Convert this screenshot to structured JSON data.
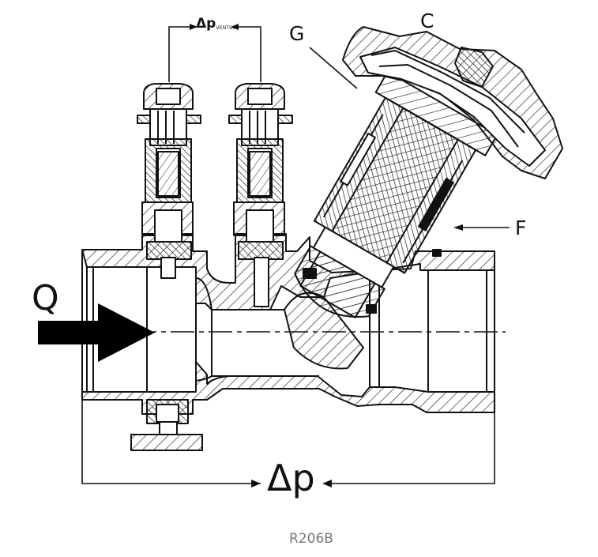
{
  "labels": {
    "flow": "Q",
    "g": "G",
    "c": "C",
    "f": "F",
    "dp": "Δp",
    "dp_venturi_main": "Δp",
    "dp_venturi_sub": "VENTURI"
  },
  "caption": "R206B",
  "colors": {
    "line": "#111111",
    "hatch": "#222222",
    "background": "#ffffff",
    "caption": "#777777"
  },
  "icons": [
    "flow-arrow-icon",
    "dimension-arrow-icon"
  ]
}
